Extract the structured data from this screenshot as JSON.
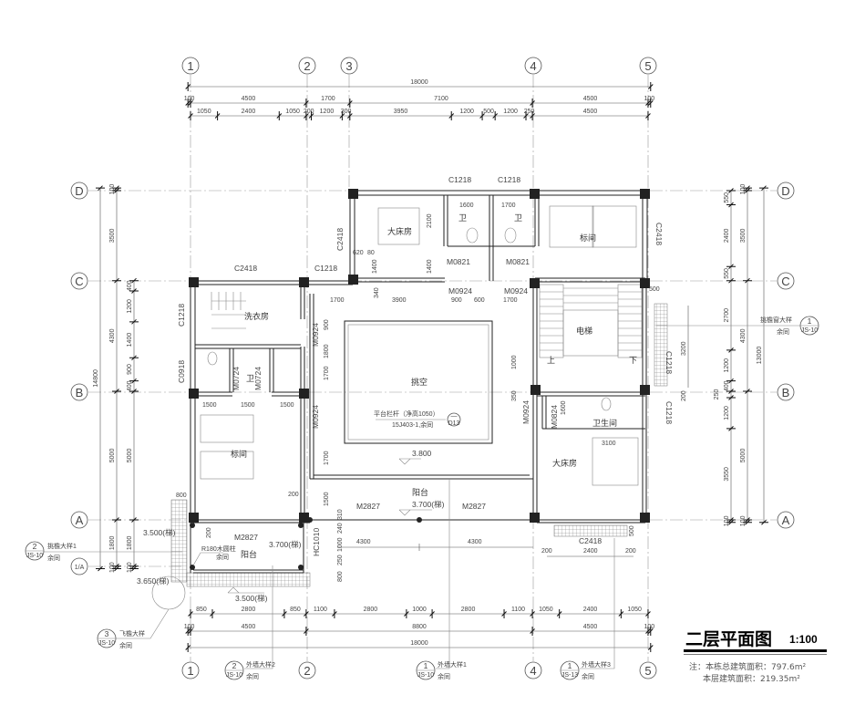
{
  "title": {
    "name": "二层平面图",
    "scale": "1:100",
    "notes": [
      "注：本栋总建筑面积：797.6m²",
      "本层建筑面积：219.35m²"
    ]
  },
  "grid_axes": {
    "vertical": [
      "1",
      "2",
      "3",
      "4",
      "5"
    ],
    "horizontal": [
      "D",
      "C",
      "B",
      "A",
      "1/A"
    ]
  },
  "dims": {
    "top": [
      [
        18000
      ],
      [
        100,
        4500,
        1700,
        7100,
        4500,
        100
      ],
      [
        1050,
        2400,
        1050,
        200,
        1200,
        300,
        3950,
        1200,
        500,
        1200,
        250,
        4500
      ]
    ],
    "bottom": [
      [
        850,
        2800,
        850,
        1100,
        2800,
        1000,
        2800,
        1100,
        1050,
        2400,
        1050
      ],
      [
        100,
        4500,
        8800,
        4500,
        100
      ],
      [
        18000
      ]
    ],
    "left": [
      [
        14800
      ],
      [
        100,
        3500,
        4300,
        5000,
        1800,
        100
      ],
      [
        400,
        1200,
        1400,
        900,
        400,
        5000,
        1800,
        100
      ]
    ],
    "right": [
      [
        13000
      ],
      [
        100,
        3500,
        4300,
        5000,
        100
      ],
      [
        550,
        2400,
        550,
        2700,
        1200,
        400,
        250,
        1200,
        3550,
        100
      ]
    ]
  },
  "rooms": {
    "master_bed_upper": "大床房",
    "wc1": "卫",
    "wc2": "卫",
    "twin_upper": "标间",
    "laundry": "洗衣房",
    "wc_left": "卫",
    "twin_left": "标间",
    "void": "挑空",
    "elevator": "电梯",
    "stair_up": "上",
    "stair_down": "下",
    "bathroom": "卫生间",
    "master_bed_lower": "大床房",
    "balcony_mid": "阳台",
    "balcony_left": "阳台"
  },
  "openings": {
    "c1218_a": "C1218",
    "c1218_b": "C1218",
    "c2418_upper_left": "C2418",
    "c2418_upper_right": "C2418",
    "c2418_laundry": "C2418",
    "c1218_laundry_top": "C1218",
    "m0821_a": "M0821",
    "m0821_b": "M0821",
    "m0924_a": "M0924",
    "m0924_b": "M0924",
    "m0924_laundry": "M0924",
    "m0924_left": "M0924",
    "c1218_laundry_side": "C1218",
    "c0918": "C0918",
    "m0724_a": "M0724",
    "m0724_b": "M0724",
    "m0924_right": "M0924",
    "m0824": "M0824",
    "c1218_right_a": "C1218",
    "c1218_right_b": "C1218",
    "m2827_a": "M2827",
    "m2827_b": "M2827",
    "m2827_left": "M2827",
    "hc1010": "HC1010",
    "c2418_lower_right": "C2418"
  },
  "elevations": {
    "void_floor": "3.800",
    "balcony_mid": "3.700(梯)",
    "balcony_left": "3.700(梯)",
    "apron_bottom": "3.500(梯)",
    "apron_left": "3.500(梯)",
    "corner": "3.650(梯)"
  },
  "inner_dims": [
    "1600",
    "1700",
    "2100",
    "1400",
    "620",
    "80",
    "1400",
    "340",
    "1700",
    "3900",
    "900",
    "600",
    "1700",
    "500",
    "1500",
    "1500",
    "1500",
    "800",
    "200",
    "200",
    "3100",
    "1000",
    "350",
    "1800",
    "1700",
    "900",
    "1700",
    "1500",
    "310",
    "240",
    "1000",
    "250",
    "800",
    "4300",
    "4300",
    "200",
    "2400",
    "200",
    "500",
    "3200",
    "200",
    "1600"
  ],
  "annotations": {
    "railing": "平台栏杆（净高1050）",
    "railing_ref": "15J403-1,余同",
    "railing_sym_top": "—",
    "railing_sym_bot": "D13",
    "column": "R180木圆柱",
    "column_same": "余同",
    "d1_num": "2",
    "d1_sheet": "JS-10",
    "d1_text": "挑檐大样1",
    "d1_same": "余同",
    "d2_num": "3",
    "d2_sheet": "JS-10",
    "d2_text": "飞檐大样",
    "d2_same": "余同",
    "d3_num": "1",
    "d3_sheet": "JS-10",
    "d3_text": "挑檐窗大样",
    "d3_same": "余同",
    "b1_num": "2",
    "b1_sheet": "JS-10",
    "b1_text": "外墙大样2",
    "b1_same": "余同",
    "b2_num": "1",
    "b2_sheet": "JS-10",
    "b2_text": "外墙大样1",
    "b2_same": "余同",
    "b3_num": "1",
    "b3_sheet": "JS-13",
    "b3_text": "外墙大样3",
    "b3_same": "余同"
  }
}
